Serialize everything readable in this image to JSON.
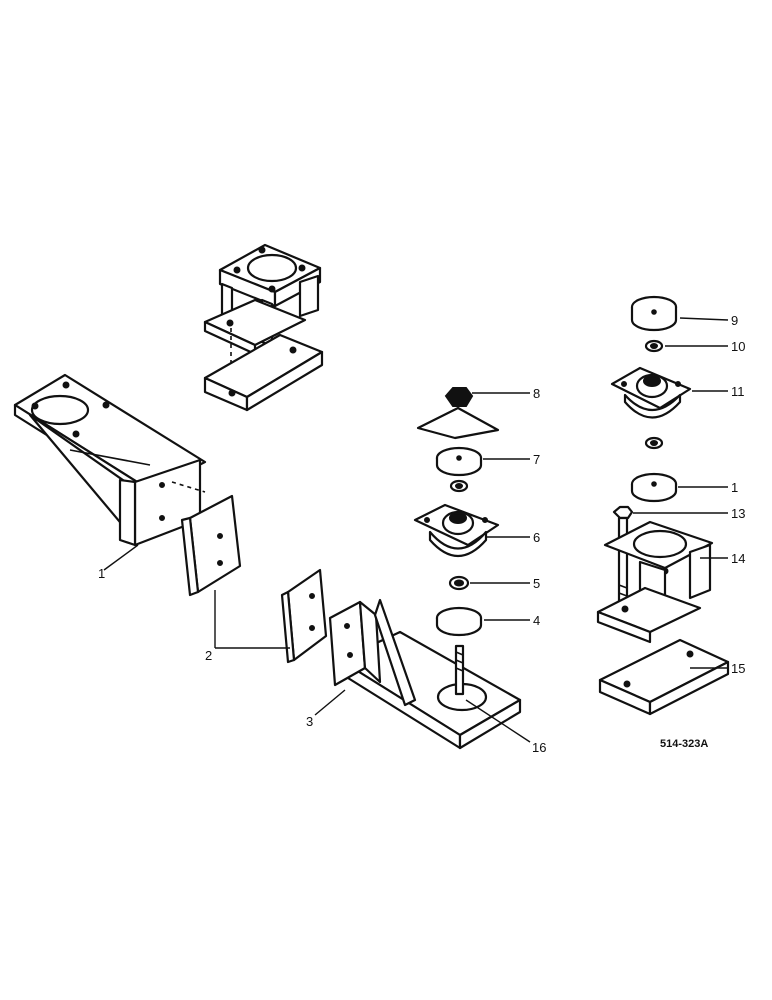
{
  "labels": {
    "l1_left": "1",
    "l2": "2",
    "l3": "3",
    "l4": "4",
    "l5": "5",
    "l6": "6",
    "l7": "7",
    "l8": "8",
    "l9": "9",
    "l10": "10",
    "l11": "11",
    "l1_right": "1",
    "l13": "13",
    "l14": "14",
    "l15": "15",
    "l16": "16"
  },
  "reference_code": "514-323A"
}
